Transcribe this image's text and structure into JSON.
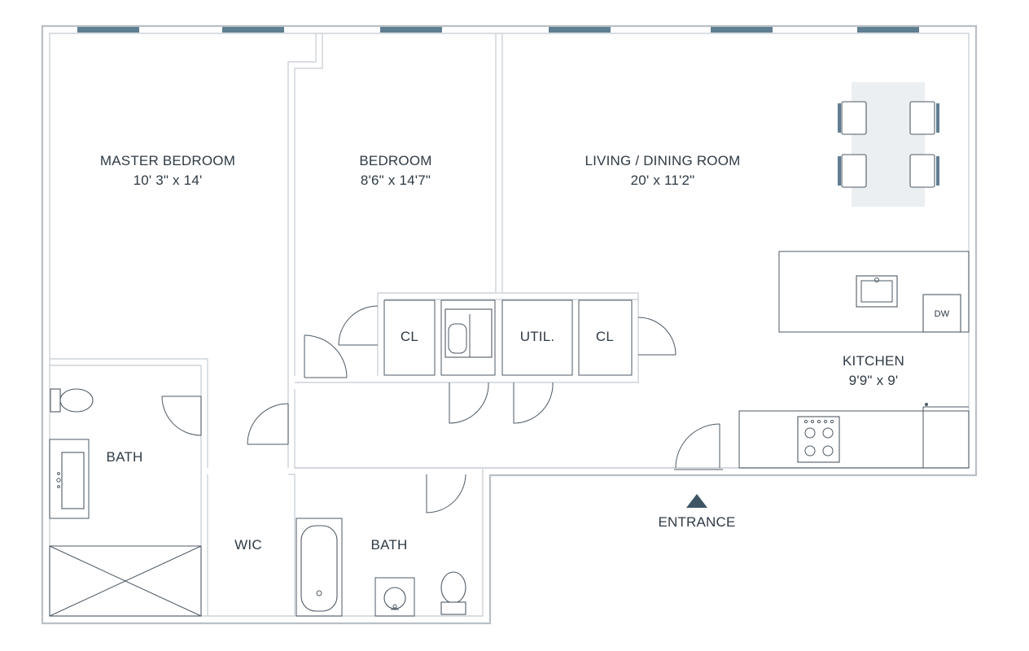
{
  "rooms": {
    "master_bedroom": {
      "name": "MASTER BEDROOM",
      "size": "10' 3\" x 14'"
    },
    "bedroom": {
      "name": "BEDROOM",
      "size": "8'6\" x 14'7\""
    },
    "living_dining": {
      "name": "LIVING / DINING ROOM",
      "size": "20' x 11'2\""
    },
    "kitchen": {
      "name": "KITCHEN",
      "size": "9'9\" x 9'"
    },
    "bath_master": {
      "name": "BATH"
    },
    "bath_hall": {
      "name": "BATH"
    },
    "wic": {
      "name": "WIC"
    },
    "closet_left": {
      "name": "CL"
    },
    "utility": {
      "name": "UTIL."
    },
    "closet_right": {
      "name": "CL"
    }
  },
  "appliances": {
    "dishwasher": "DW"
  },
  "entrance": {
    "label": "ENTRANCE"
  },
  "colors": {
    "wall": "#b9c0c6",
    "window": "#5f7e92",
    "text": "#2f3a44",
    "fixture": "#4e5a64",
    "entrance_marker": "#3e5566",
    "dining_table": "#eceff2"
  }
}
